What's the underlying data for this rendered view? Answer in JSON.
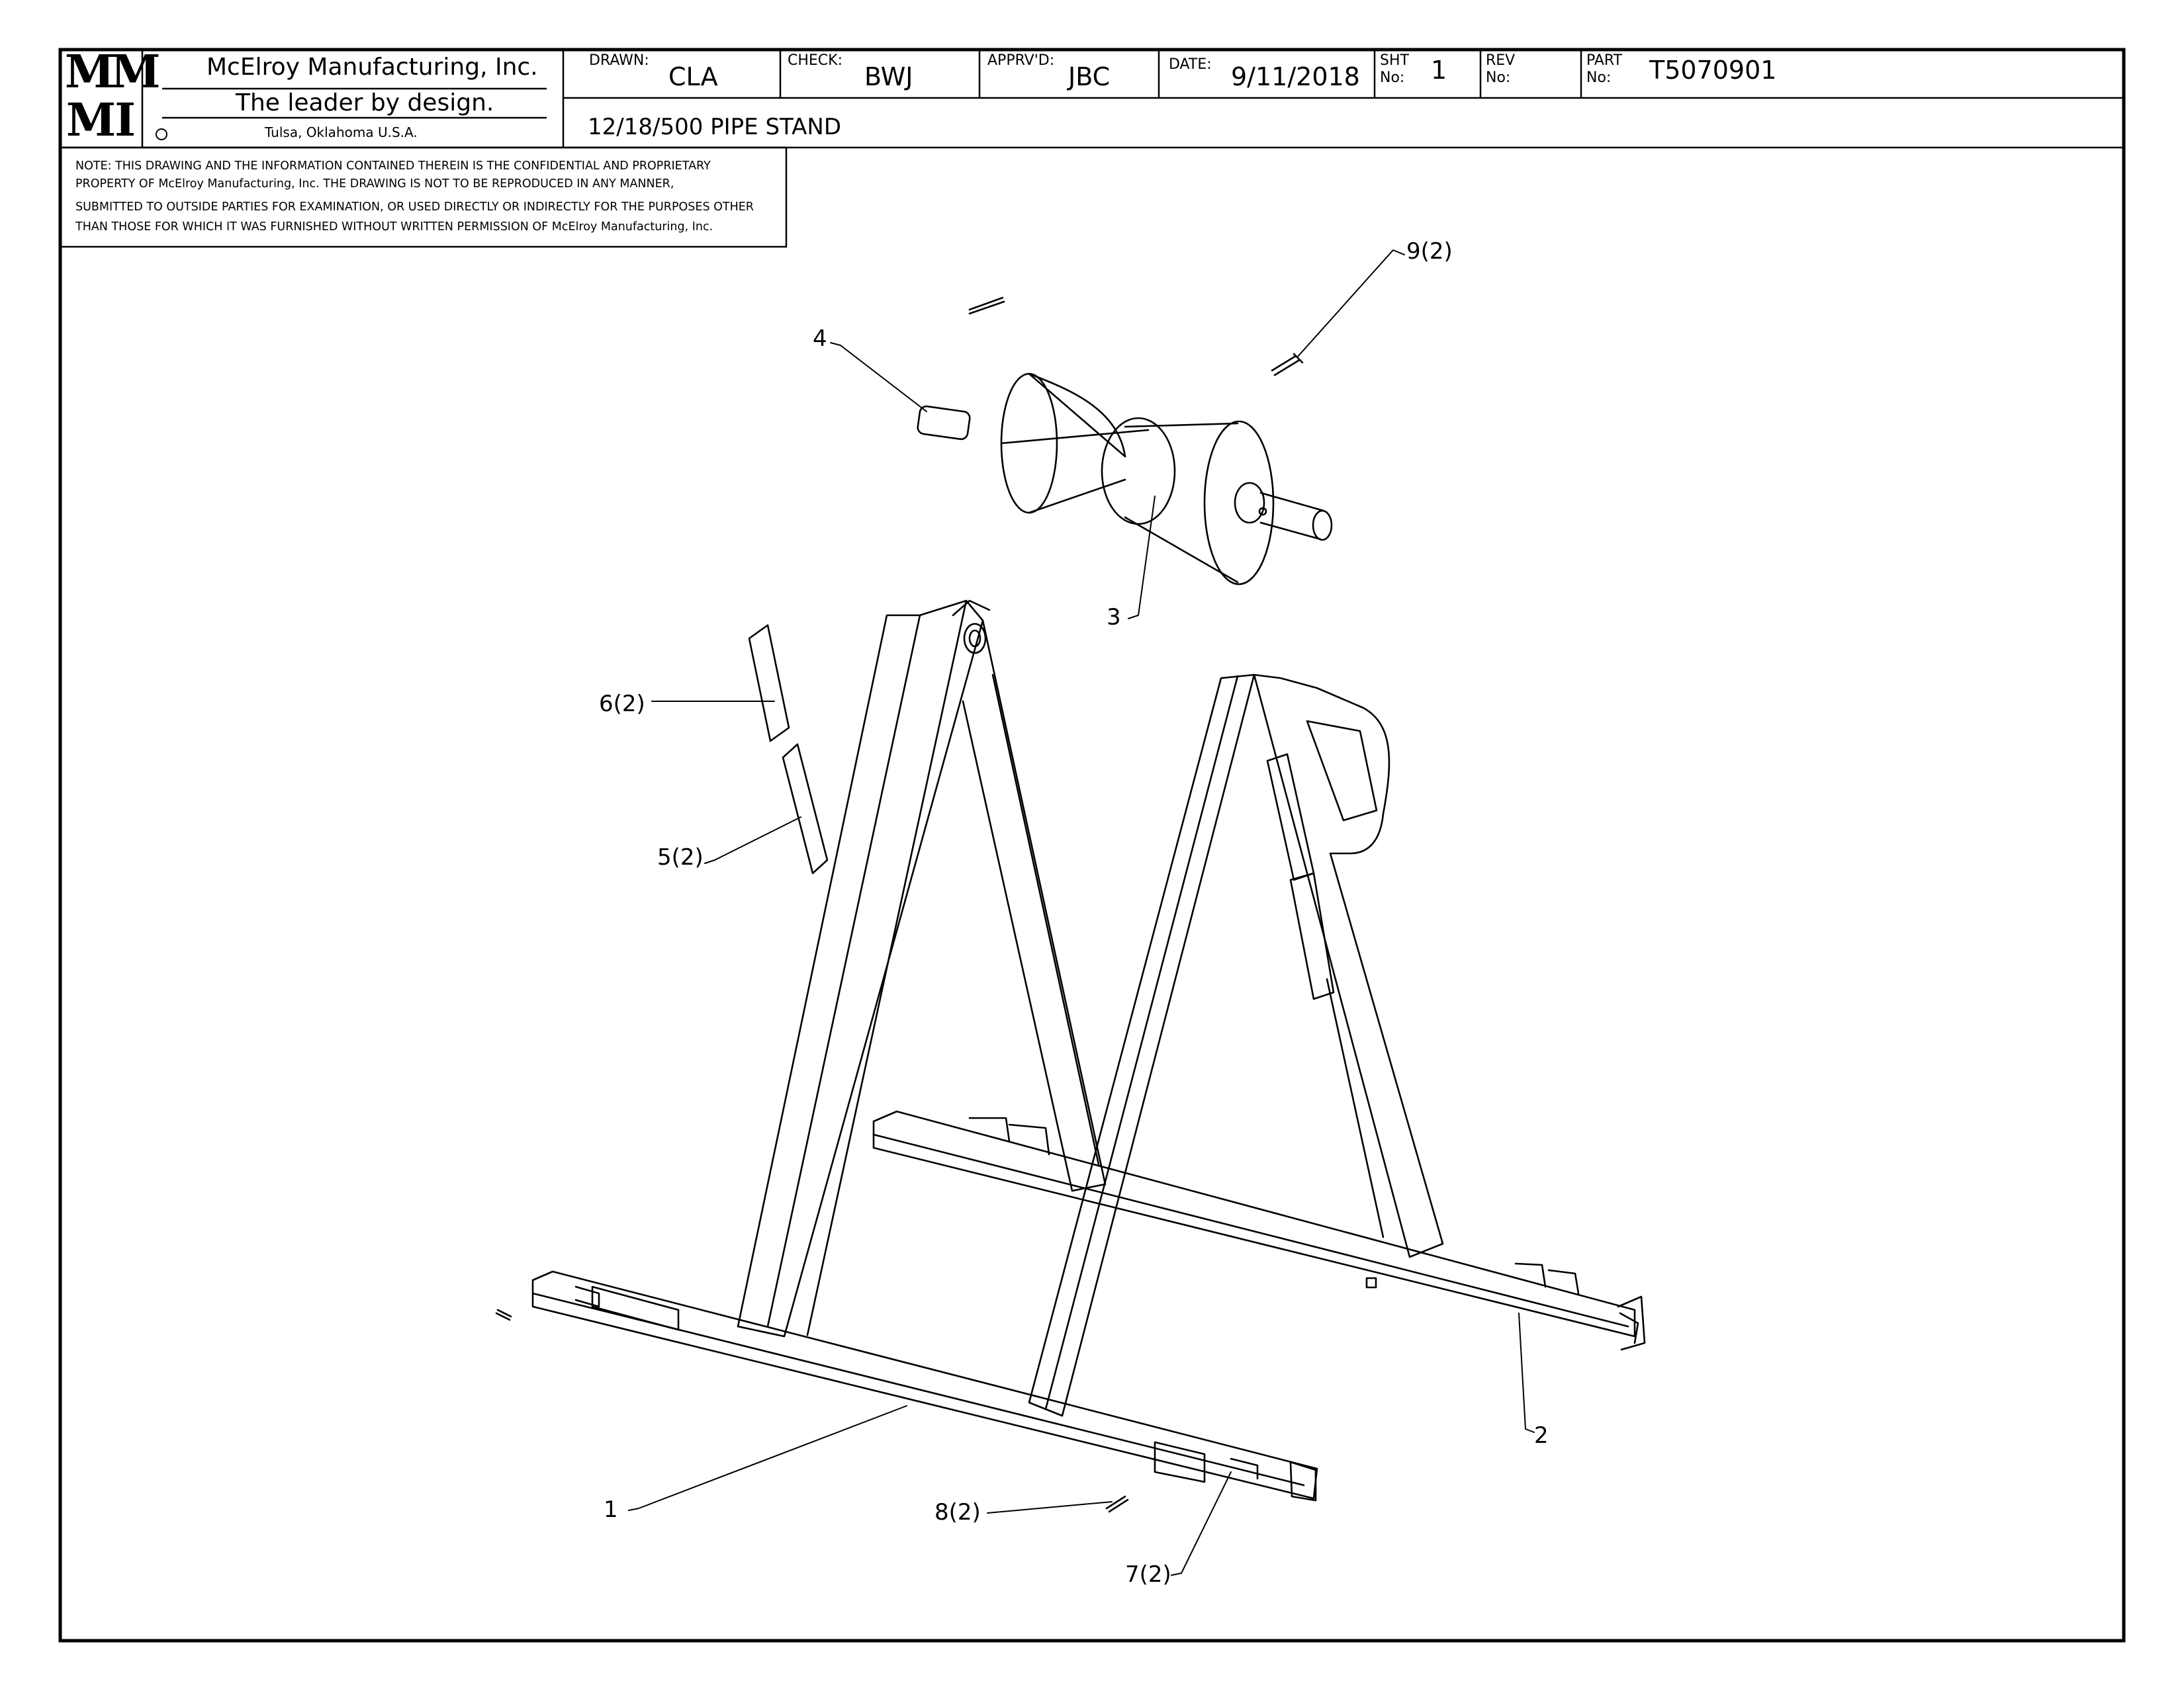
{
  "title_block": {
    "logo_line1": "MM",
    "logo_line2": "MI",
    "company": "McElroy Manufacturing, Inc.",
    "tagline": "The leader by design.",
    "location": "Tulsa, Oklahoma U.S.A.",
    "drawn_label": "DRAWN:",
    "drawn_value": "CLA",
    "check_label": "CHECK:",
    "check_value": "BWJ",
    "approved_label": "APPRV'D:",
    "approved_value": "JBC",
    "date_label": "DATE:",
    "date_value": "9/11/2018",
    "sheet_label_1": "SHT",
    "sheet_label_2": "No:",
    "sheet_value": "1",
    "rev_label_1": "REV",
    "rev_label_2": "No:",
    "rev_value": "",
    "part_label_1": "PART",
    "part_label_2": "No:",
    "part_value": "T5070901",
    "drawing_title": "12/18/500 PIPE STAND"
  },
  "note": {
    "line1": "NOTE: THIS DRAWING AND THE INFORMATION CONTAINED THEREIN IS THE CONFIDENTIAL AND PROPRIETARY",
    "line2": "PROPERTY OF McElroy Manufacturing, Inc. THE DRAWING IS NOT TO BE REPRODUCED IN ANY MANNER,",
    "line3": "SUBMITTED TO OUTSIDE PARTIES FOR EXAMINATION, OR USED DIRECTLY OR INDIRECTLY FOR THE PURPOSES OTHER",
    "line4": "THAN THOSE FOR WHICH IT WAS FURNISHED WITHOUT WRITTEN PERMISSION OF McElroy Manufacturing, Inc."
  },
  "callouts": {
    "c1": "1",
    "c2": "2",
    "c3": "3",
    "c4": "4",
    "c5": "5(2)",
    "c6": "6(2)",
    "c7": "7(2)",
    "c8": "8(2)",
    "c9": "9(2)"
  },
  "colors": {
    "line": "#000000",
    "paper": "#ffffff"
  }
}
